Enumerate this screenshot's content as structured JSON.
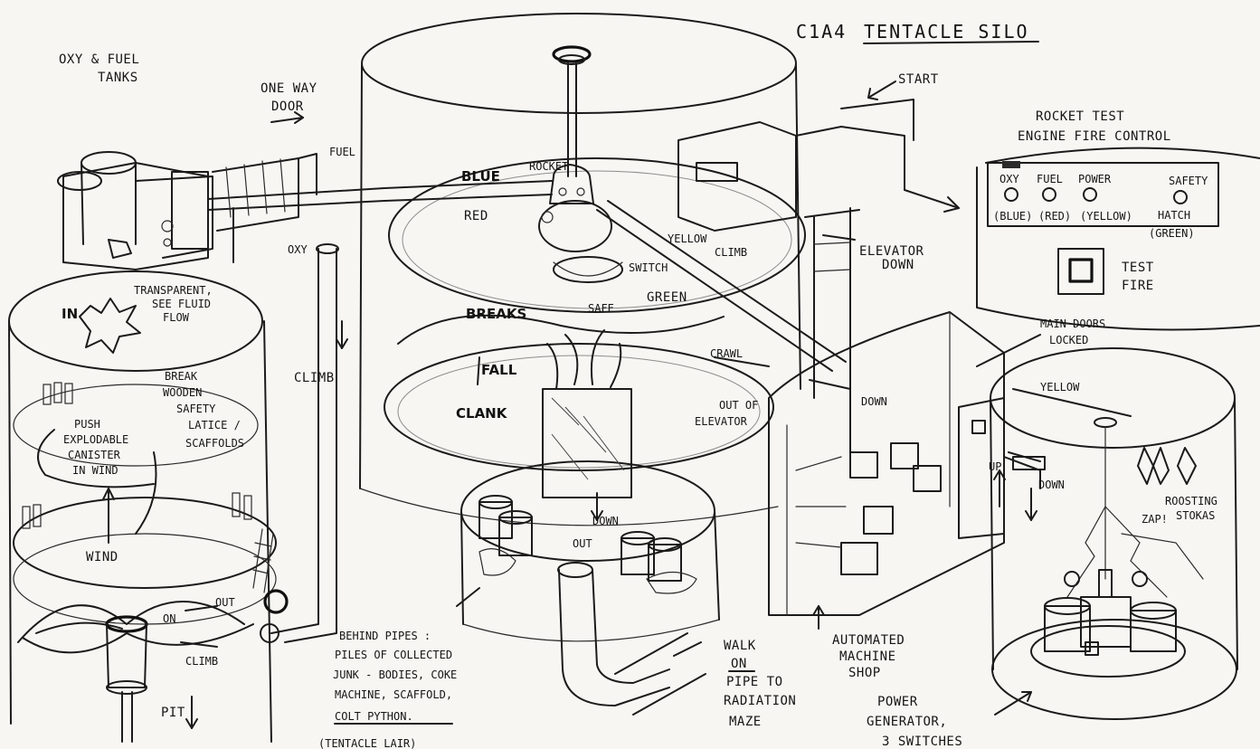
{
  "title": {
    "code": "C1A4",
    "name": "TENTACLE SILO"
  },
  "labels": {
    "oxy_fuel_tanks": [
      "OXY & FUEL",
      "TANKS"
    ],
    "one_way_door": [
      "ONE WAY",
      "DOOR"
    ],
    "fuel": "FUEL",
    "oxy": "OXY",
    "transparent": [
      "TRANSPARENT,",
      "SEE FLUID",
      "FLOW"
    ],
    "in": "IN",
    "break_wooden": [
      "BREAK",
      "WOODEN",
      "SAFETY",
      "LATICE /",
      "SCAFFOLDS"
    ],
    "push_canister": [
      "PUSH",
      "EXPLODABLE",
      "CANISTER",
      "IN WIND"
    ],
    "wind": "WIND",
    "climb_left": "CLIMB",
    "climb_bottom": "CLIMB",
    "out_left": "OUT",
    "on": "ON",
    "pit": "PIT",
    "blue": "BLUE",
    "red": "RED",
    "rocket": "ROCKET",
    "yellow_mid": "YELLOW",
    "climb_mid": "CLIMB",
    "switch": "SWITCH",
    "green": "GREEN",
    "safe": "SAFE",
    "breaks": "BREAKS",
    "fall": "FALL",
    "clank": "CLANK",
    "crawl": "CRAWL",
    "out_of_elevator": [
      "OUT OF",
      "ELEVATOR"
    ],
    "down_mid": "DOWN",
    "out_mid": "OUT",
    "start": "START",
    "elevator_down": [
      "ELEVATOR",
      "DOWN"
    ],
    "rocket_test": [
      "ROCKET TEST",
      "ENGINE FIRE CONTROL"
    ],
    "panel_oxy": "OXY",
    "panel_fuel": "FUEL",
    "panel_power": "POWER",
    "panel_safety": "SAFETY",
    "panel_blue": "(BLUE)",
    "panel_red": "(RED)",
    "panel_yellow": "(YELLOW)",
    "panel_hatch": "HATCH",
    "panel_green": "(GREEN)",
    "test_fire": [
      "TEST",
      "FIRE"
    ],
    "main_doors": [
      "MAIN DOORS",
      "LOCKED"
    ],
    "yellow_right": "YELLOW",
    "roosting": [
      "ROOSTING",
      "STOKAS"
    ],
    "zap": "ZAP!",
    "down_machine": "DOWN",
    "up": "UP",
    "down_right": "DOWN",
    "automated": [
      "AUTOMATED",
      "MACHINE",
      "SHOP"
    ],
    "behind_pipes": [
      "BEHIND PIPES :",
      "PILES OF COLLECTED",
      "JUNK - BODIES, COKE",
      "MACHINE, SCAFFOLD,",
      "COLT PYTHON.",
      "(TENTACLE LAIR)"
    ],
    "walk_on": [
      "WALK",
      "ON",
      "PIPE TO",
      "RADIATION",
      "MAZE"
    ],
    "power_generator": [
      "POWER",
      "GENERATOR,",
      "3 SWITCHES"
    ]
  }
}
